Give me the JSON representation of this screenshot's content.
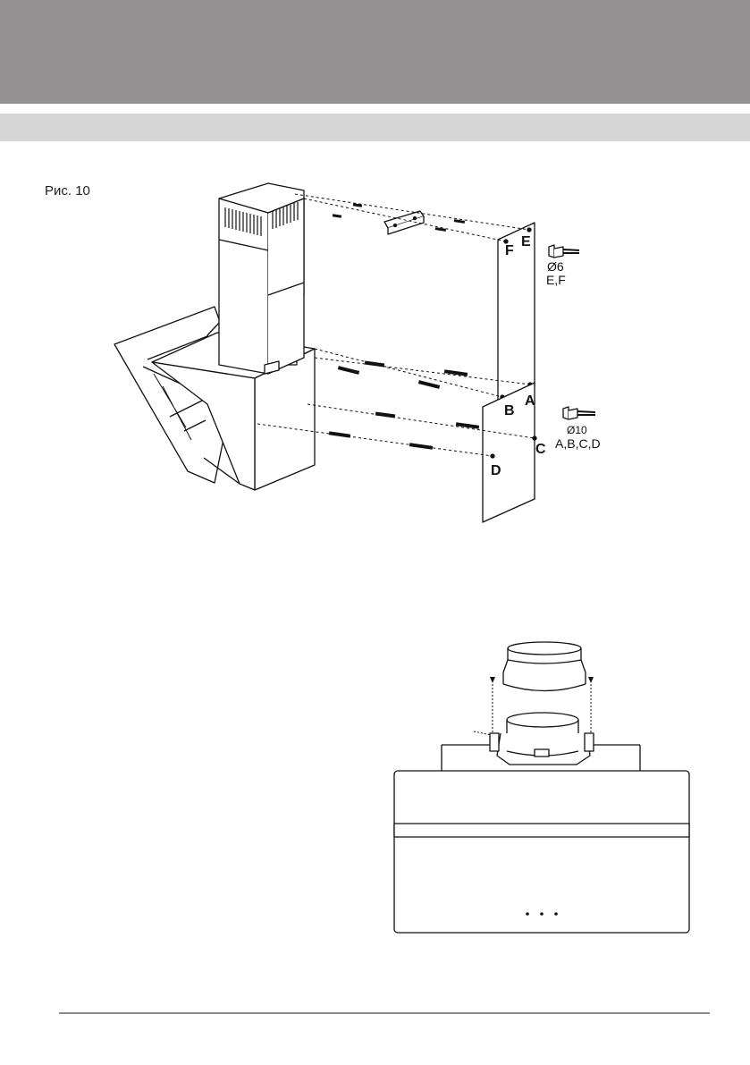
{
  "figure": {
    "caption": "Рис. 10",
    "point_labels": [
      "A",
      "B",
      "C",
      "D",
      "E",
      "F"
    ],
    "screw_upper": {
      "diameter": "Ø6",
      "points": "E,F"
    },
    "screw_lower": {
      "diameter": "Ø10",
      "points": "A,B,C,D"
    }
  },
  "colors": {
    "header": "#939191",
    "section_bar": "#d6d5d5",
    "rule": "#8a8a8a"
  }
}
